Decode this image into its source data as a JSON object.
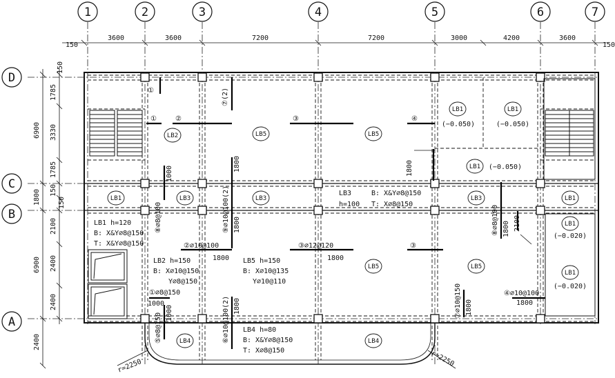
{
  "axes": {
    "columns": [
      "1",
      "2",
      "3",
      "4",
      "5",
      "6",
      "7"
    ],
    "rows": [
      "D",
      "C",
      "B",
      "A"
    ]
  },
  "dimensions": {
    "top": [
      "150",
      "3600",
      "3600",
      "7200",
      "7200",
      "3000",
      "4200",
      "3600",
      "150"
    ],
    "left_outer": [
      "150",
      "6900",
      "1800",
      "6900",
      "2400"
    ],
    "left_inner": [
      "1785",
      "3330",
      "1785",
      "150",
      "150",
      "2100",
      "2400",
      "2400"
    ]
  },
  "slab_labels": {
    "lb1": "LB1",
    "lb2": "LB2",
    "lb3": "LB3",
    "lb4": "LB4",
    "lb5": "LB5"
  },
  "elevations": {
    "minus_050": "(−0.050)",
    "minus_020": "(−0.020)"
  },
  "notes": {
    "lb1_h": "LB1 h=120",
    "lb1_b": "B: X&Y⌀8@150",
    "lb1_t": "T: X&Y⌀8@150",
    "lb2_h": "LB2 h=150",
    "lb2_b": "B: X⌀10@150",
    "lb2_y": "Y⌀8@150",
    "lb5_h": "LB5 h=150",
    "lb5_b": "B: X⌀10@135",
    "lb5_y": "Y⌀10@110",
    "lb3_title": "LB3",
    "lb3_h": "h=100",
    "lb3_b": "B: X&Y⌀8@150",
    "lb3_t": "T: X⌀8@150",
    "lb4_h": "LB4 h=80",
    "lb4_b": "B: X&Y⌀8@150",
    "lb4_t": "T: X⌀8@150"
  },
  "rebar": {
    "r1": "①",
    "r1_spec": "①⌀8@150",
    "r2": "②",
    "r2_spec": "②⌀10@100",
    "r3": "③",
    "r3_spec": "③⌀12@120",
    "r4": "④",
    "r4_spec": "④⌀10@100",
    "r5_spec": "⑤⌀8@150",
    "r6_spec": "⑥⌀10@100(2)",
    "r7": "⑦(2)",
    "r7_spec": "⑦⌀10@150",
    "r8_spec": "⑧⌀8@100",
    "r9_spec": "⑨⌀10@100(2)",
    "small_1": "①"
  },
  "lengths": {
    "l1000": "1000",
    "l1800": "1800",
    "l2100": "2100"
  },
  "radius": "r=2250"
}
